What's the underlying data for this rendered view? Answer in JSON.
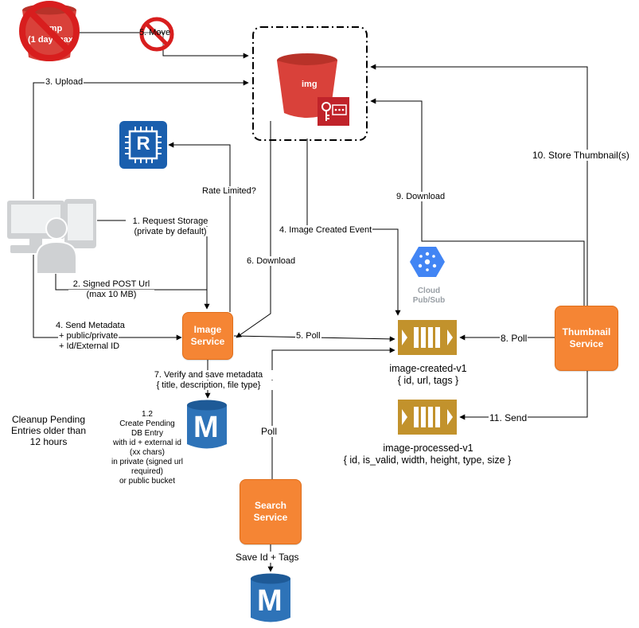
{
  "colors": {
    "service": "#f58534",
    "bucket": "#d9413a",
    "database": "#2e73b8",
    "topic": "#c2922c",
    "redis": "#1a5fae",
    "prohibit": "#d81e1e",
    "client": "#cfd1d3",
    "gcp": "#4285f4",
    "wire": "#000000"
  },
  "tmp_bucket": {
    "label_line1": "tmp",
    "label_line2": "(1 day max",
    "icon": "bucket-icon"
  },
  "img_bucket": {
    "label": "img",
    "icon": "bucket-icon",
    "badge_icon": "key-policy-icon"
  },
  "redis": {
    "letter": "R",
    "icon": "redis-chip-icon"
  },
  "gcp": {
    "line1": "Cloud",
    "line2": "Pub/Sub",
    "icon": "cloud-pubsub-icon"
  },
  "client": {
    "icon": "client-devices-icon"
  },
  "services": {
    "image": {
      "line1": "Image",
      "line2": "Service"
    },
    "thumbnail": {
      "line1": "Thumbnail",
      "line2": "Service"
    },
    "search": {
      "line1": "Search",
      "line2": "Service"
    }
  },
  "topics": {
    "created": {
      "name": "image-created-v1",
      "schema": "{ id, url, tags }"
    },
    "processed": {
      "name": "image-processed-v1",
      "schema": "{ id, is_valid, width, height, type, size }"
    }
  },
  "databases": {
    "letter": "M",
    "icon": "mysql-database-icon"
  },
  "labels": {
    "move": "5. Move",
    "upload": "3. Upload",
    "rate_limited": "Rate Limited?",
    "request_storage_1": "1. Request Storage",
    "request_storage_2": "(private by default)",
    "signed_url_1": "2. Signed POST Url",
    "signed_url_2": "(max 10 MB)",
    "send_metadata_1": "4. Send Metadata",
    "send_metadata_2": "+ public/private",
    "send_metadata_3": "+ Id/External ID",
    "image_created_event": "4. Image Created Event",
    "download_6": "6. Download",
    "download_9": "9. Download",
    "store_thumbnails": "10. Store Thumbnail(s)",
    "poll_5": "5. Poll",
    "poll_8": "8. Poll",
    "send_11": "11. Send",
    "verify_1": "7. Verify and save metadata",
    "verify_2": "{ title, description, file type}",
    "pending_1": "1.2",
    "pending_2": "Create Pending",
    "pending_3": "DB Entry",
    "pending_4": "with id + external id",
    "pending_5": "(xx chars)",
    "pending_6": "in private (signed url",
    "pending_7": "required)",
    "pending_8": "or public bucket",
    "cleanup_1": "Cleanup Pending",
    "cleanup_2": "Entries older than",
    "cleanup_3": "12 hours",
    "search_poll": "Poll",
    "save_tags": "Save Id + Tags"
  }
}
